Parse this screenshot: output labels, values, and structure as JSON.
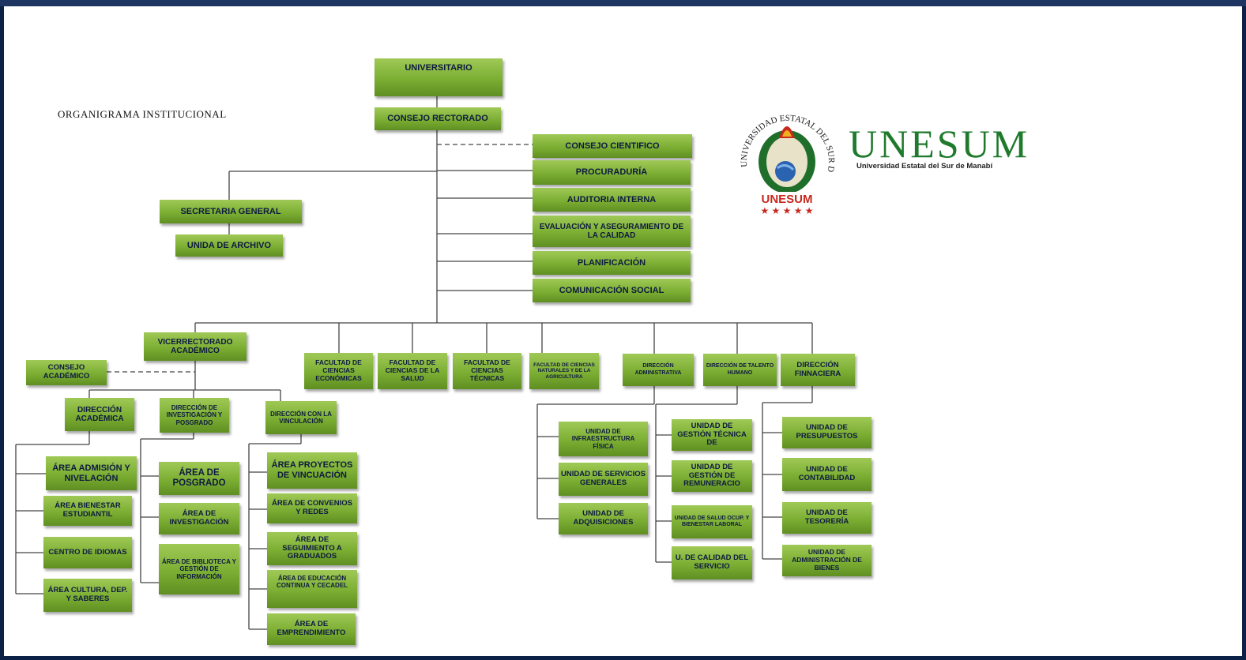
{
  "diagram": {
    "title": "ORGANIGRAMA INSTITUCIONAL",
    "logo": {
      "seal_text": "UNIVERSIDAD ESTATAL DEL SUR DE MANABÍ",
      "seal_banner": "UNESUM",
      "wordmark": "UNESUM",
      "subtitle": "Universidad Estatal del Sur de Manabí"
    },
    "colors": {
      "box_green": "#7cae33",
      "box_text": "#0d1a40",
      "line": "#444444",
      "frame": "#0b2246",
      "logo_green": "#1f7a2c"
    },
    "nodes": {
      "universitario": "UNIVERSITARIO",
      "consejo_rectorado": "CONSEJO RECTORADO",
      "consejo_cientifico": "CONSEJO CIENTIFICO",
      "procuraduria": "PROCURADURÍA",
      "auditoria_interna": "AUDITORIA INTERNA",
      "evaluacion": "EVALUACIÓN Y ASEGURAMIENTO DE LA CALIDAD",
      "planificacion": "PLANIFICACIÓN",
      "comunicacion_social": "COMUNICACIÓN SOCIAL",
      "secretaria_general": "SECRETARIA GENERAL",
      "unida_archivo": "UNIDA DE ARCHIVO",
      "vicerrectorado": "VICERRECTORADO ACADÉMICO",
      "consejo_academico": "CONSEJO ACADÉMICO",
      "direccion_academica": "DIRECCIÓN ACADÉMICA",
      "direccion_investigacion": "DIRECCIÓN DE INVESTIGACIÓN Y POSGRADO",
      "direccion_vinculacion": "DIRECCIÓN CON LA VINCULACIÓN",
      "area_admision": "ÁREA ADMISIÓN Y NIVELACIÓN",
      "area_bienestar": "ÁREA BIENESTAR ESTUDIANTIL",
      "centro_idiomas": "CENTRO DE IDIOMAS",
      "area_cultura": "ÁREA CULTURA, DEP. Y SABERES",
      "area_posgrado": "ÁREA DE POSGRADO",
      "area_investigacion": "ÁREA DE INVESTIGACIÓN",
      "area_biblioteca": "ÁREA DE BIBLIOTECA Y GESTIÓN DE INFORMACIÓN",
      "area_proyectos": "ÁREA PROYECTOS DE VINCUACIÓN",
      "area_convenios": "ÁREA DE CONVENIOS Y REDES",
      "area_seguimiento": "ÁREA DE SEGUIMIENTO A GRADUADOS",
      "area_educacion": "ÁREA DE EDUCACIÓN CONTINUA Y CECADEL",
      "area_emprendimiento": "ÁREA DE EMPRENDIMIENTO",
      "fac_economicas": "FACULTAD DE CIENCIAS ECONÓMICAS",
      "fac_salud": "FACULTAD DE CIENCIAS DE LA SALUD",
      "fac_tecnicas": "FACULTAD DE CIENCIAS TÉCNICAS",
      "fac_naturales": "FACULTAD DE CIENCIAS NATURALES Y DE LA AGRICULTURA",
      "dir_administrativa": "DIRECCIÓN ADMINISTRATIVA",
      "dir_talento": "DIRECCIÓN DE TALENTO HUMANO",
      "dir_financiera": "DIRECCIÓN FINNACIERA",
      "u_infraestructura": "UNIDAD DE INFRAESTRUCTURA FÍSICA",
      "u_servicios": "UNIDAD DE SERVICIOS GENERALES",
      "u_adquisiciones": "UNIDAD DE ADQUISICIONES",
      "u_gestion_tecnica": "UNIDAD DE GESTIÓN TÉCNICA DE",
      "u_remuneracion": "UNIDAD DE GESTIÓN DE REMUNERACIO",
      "u_salud": "UNIDAD DE SALUD OCUP. Y BIENESTAR LABORAL",
      "u_calidad": "U. DE CALIDAD DEL SERVICIO",
      "u_presupuestos": "UNIDAD DE PRESUPUESTOS",
      "u_contabilidad": "UNIDAD DE CONTABILIDAD",
      "u_tesoreria": "UNIDAD DE TESORERÍA",
      "u_bienes": "UNIDAD DE ADMINISTRACIÓN DE BIENES"
    }
  }
}
